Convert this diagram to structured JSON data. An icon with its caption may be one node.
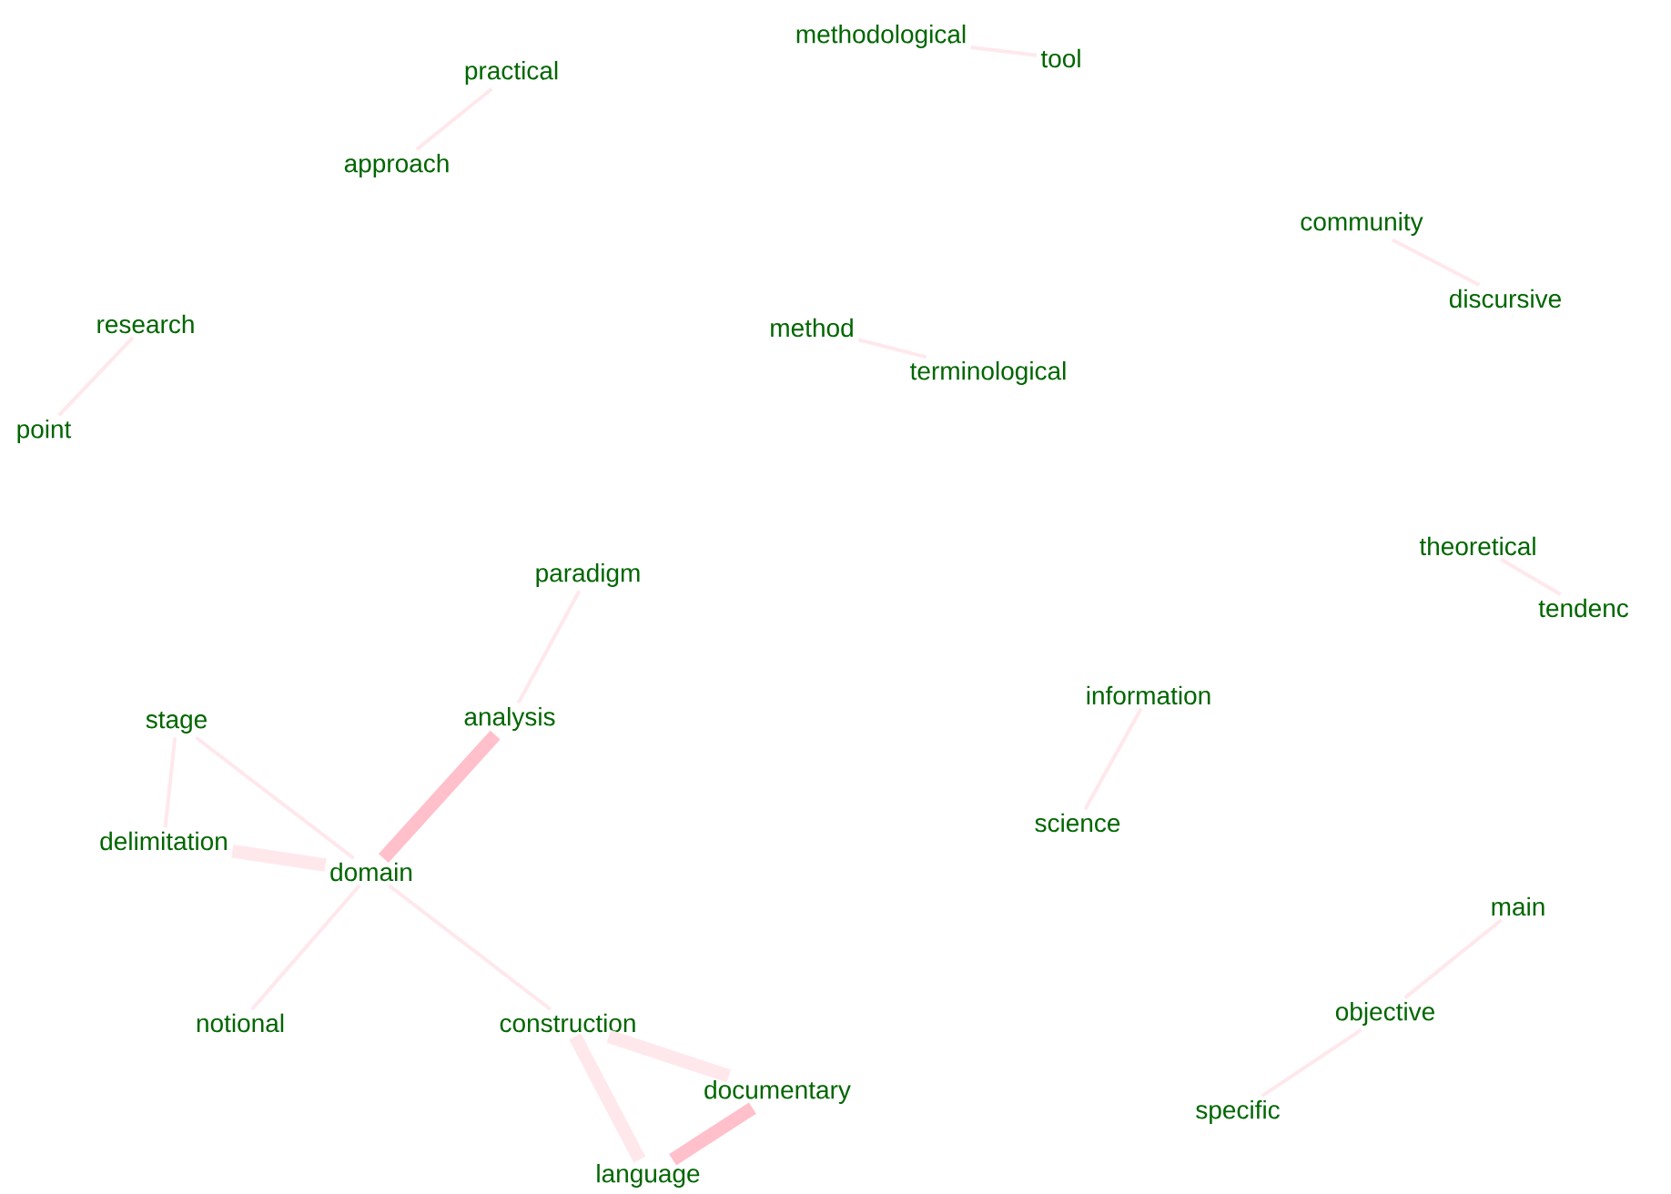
{
  "diagram": {
    "nodes": [
      {
        "text": [
          "practical"
        ]
      },
      {
        "text": [
          "approach"
        ]
      },
      {
        "text": [
          "methodological"
        ]
      },
      {
        "text": [
          "tool"
        ]
      },
      {
        "text": [
          "community"
        ]
      },
      {
        "text": [
          "discursive"
        ]
      },
      {
        "text": [
          "research"
        ]
      },
      {
        "text": [
          "point"
        ]
      },
      {
        "text": [
          "method"
        ]
      },
      {
        "text": [
          "terminological"
        ]
      },
      {
        "text": [
          "theoretical"
        ]
      },
      {
        "text": [
          "tendenc"
        ]
      },
      {
        "text": [
          "paradigm"
        ]
      },
      {
        "text": [
          "analysis"
        ]
      },
      {
        "text": [
          "stage"
        ]
      },
      {
        "text": [
          "information"
        ]
      },
      {
        "text": [
          "science"
        ]
      },
      {
        "text": [
          "delimitation"
        ]
      },
      {
        "text": [
          "domain"
        ]
      },
      {
        "text": [
          "main"
        ]
      },
      {
        "text": [
          "objective"
        ]
      },
      {
        "text": [
          "notional"
        ]
      },
      {
        "text": [
          "construction"
        ]
      },
      {
        "text": [
          "documentary"
        ]
      },
      {
        "text": [
          "specific"
        ]
      },
      {
        "text": [
          "language"
        ]
      }
    ],
    "edges": [
      {
        "from": 0,
        "to": 1,
        "arrow": "none"
      },
      {
        "from": 2,
        "to": 3,
        "arrow": "none"
      },
      {
        "from": 4,
        "to": 5,
        "arrow": "none"
      },
      {
        "from": 6,
        "to": 7,
        "arrow": "none"
      },
      {
        "from": 8,
        "to": 9,
        "arrow": "none"
      },
      {
        "from": 10,
        "to": 11,
        "arrow": "none"
      },
      {
        "from": 12,
        "to": 13,
        "arrow": "none"
      },
      {
        "from": 13,
        "to": 18,
        "arrow": "none",
        "style": "thick",
        "color": "#ffc0cb"
      },
      {
        "from": 14,
        "to": 17,
        "arrow": "none"
      },
      {
        "from": 14,
        "to": 18,
        "arrow": "none"
      },
      {
        "from": 17,
        "to": 18,
        "arrow": "none",
        "style": "thick"
      },
      {
        "from": 18,
        "to": 21,
        "arrow": "none"
      },
      {
        "from": 18,
        "to": 22,
        "arrow": "none"
      },
      {
        "from": 22,
        "to": 23,
        "arrow": "none",
        "style": "thick"
      },
      {
        "from": 22,
        "to": 25,
        "arrow": "none",
        "style": "thick"
      },
      {
        "from": 23,
        "to": 25,
        "arrow": "none",
        "style": "thick",
        "color": "#ffc0cb"
      },
      {
        "from": 15,
        "to": 16,
        "arrow": "none"
      },
      {
        "from": 19,
        "to": 20,
        "arrow": "none"
      },
      {
        "from": 20,
        "to": 24,
        "arrow": "none"
      }
    ]
  }
}
